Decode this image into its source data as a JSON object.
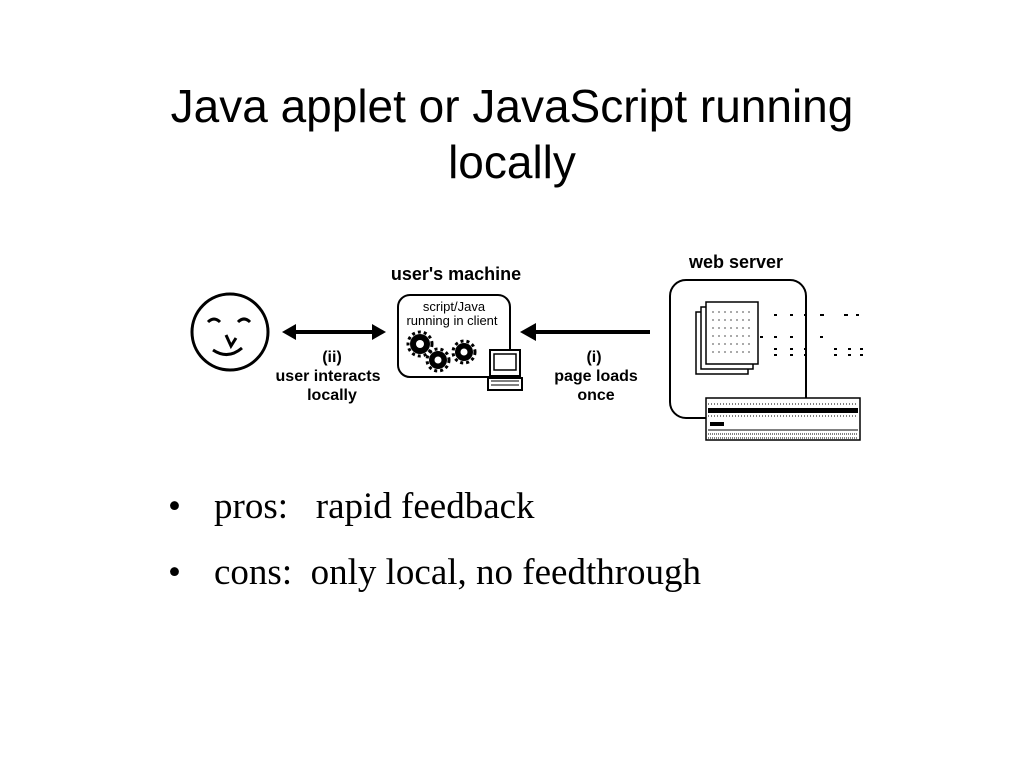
{
  "slide": {
    "title_line1": "Java applet or JavaScript running",
    "title_line2": "locally"
  },
  "diagram": {
    "users_machine_label": "user's machine",
    "web_server_label": "web server",
    "client_box_line1": "script/Java",
    "client_box_line2": "running in client",
    "step_ii_label": "(ii)",
    "step_ii_line1": "user interacts",
    "step_ii_line2": "locally",
    "step_i_label": "(i)",
    "step_i_line1": "page loads",
    "step_i_line2": "once"
  },
  "bullets": [
    {
      "marker": "•",
      "text": "pros:   rapid feedback"
    },
    {
      "marker": "•",
      "text": "cons:  only local, no feedthrough"
    }
  ]
}
